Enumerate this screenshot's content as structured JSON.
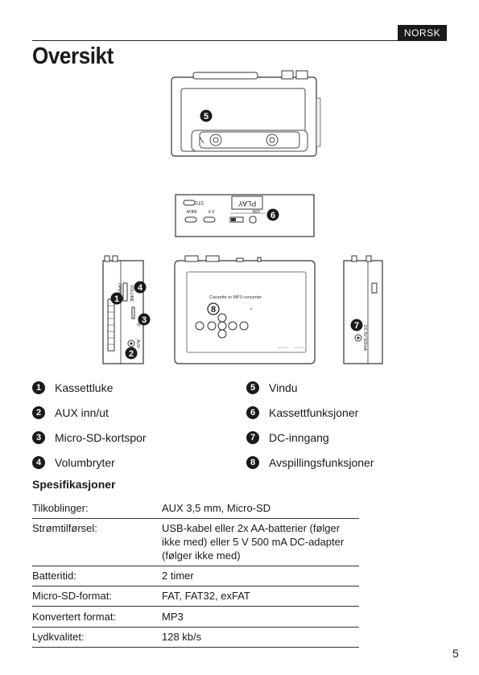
{
  "header": {
    "language": "NORSK",
    "title": "Oversikt"
  },
  "diagram": {
    "window_text": "Cassette to MP3 converter",
    "play_label": "PLAY",
    "stop_label": "STOP",
    "rew_label": "REW",
    "ff_label": "F.F",
    "dir_label": "DIR",
    "open_label": "OPEN",
    "volume_label": "VOLUME",
    "tf_label": "TF",
    "aux_label": "AUX",
    "dc_label": "DC 5V 500mA",
    "markers": [
      "1",
      "2",
      "3",
      "4",
      "5",
      "6",
      "7",
      "8"
    ]
  },
  "legend": {
    "left": [
      {
        "num": "1",
        "label": "Kassettluke"
      },
      {
        "num": "2",
        "label": "AUX inn/ut"
      },
      {
        "num": "3",
        "label": "Micro-SD-kortspor"
      },
      {
        "num": "4",
        "label": "Volumbryter"
      }
    ],
    "right": [
      {
        "num": "5",
        "label": "Vindu"
      },
      {
        "num": "6",
        "label": "Kassettfunksjoner"
      },
      {
        "num": "7",
        "label": "DC-inngang"
      },
      {
        "num": "8",
        "label": "Avspillingsfunksjoner"
      }
    ]
  },
  "specs": {
    "heading": "Spesifikasjoner",
    "rows": [
      {
        "key": "Tilkoblinger:",
        "value": "AUX 3,5 mm, Micro-SD"
      },
      {
        "key": "Strømtilførsel:",
        "value": "USB-kabel eller 2x AA-batterier (følger ikke med) eller  5 V 500 mA DC-adapter (følger ikke med)"
      },
      {
        "key": "Batteritid:",
        "value": "2 timer"
      },
      {
        "key": "Micro-SD-format:",
        "value": "FAT, FAT32, exFAT"
      },
      {
        "key": "Konvertert format:",
        "value": "MP3"
      },
      {
        "key": "Lydkvalitet:",
        "value": "128 kb/s"
      }
    ]
  },
  "footer": {
    "page_number": "5"
  }
}
